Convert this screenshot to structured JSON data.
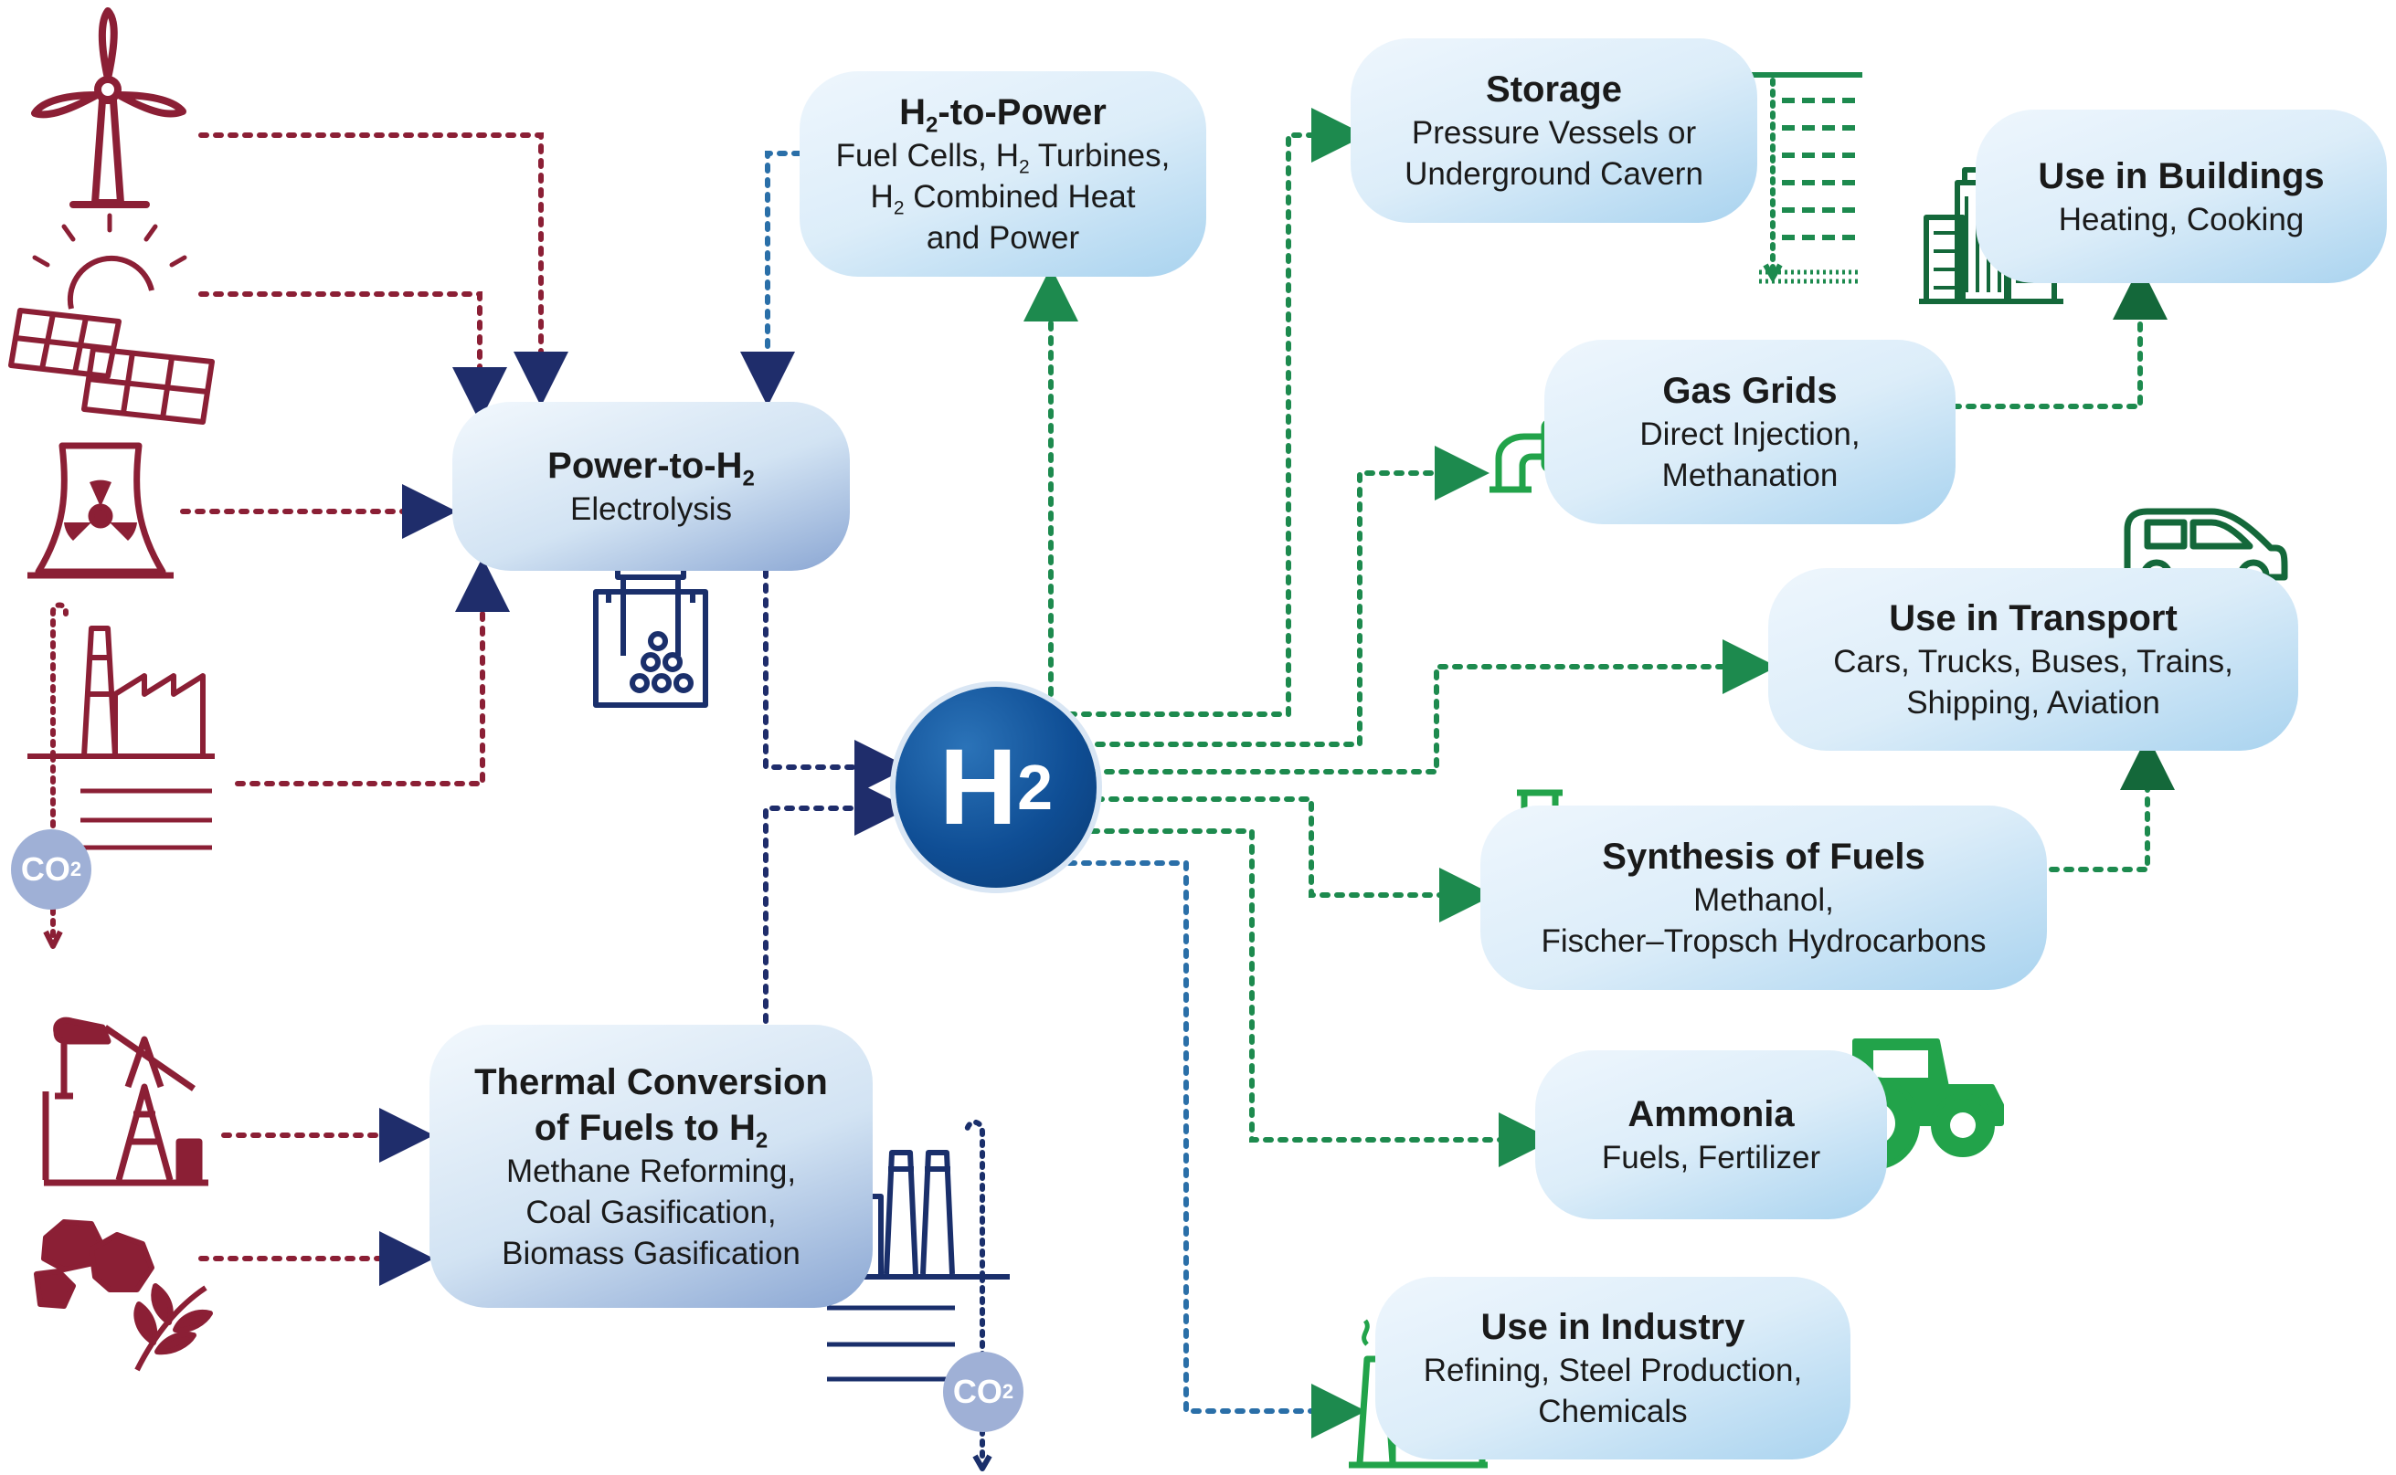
{
  "center": {
    "label_main": "H",
    "label_sub": "2"
  },
  "nodes": {
    "power_to_h2": {
      "title_main": "Power-to-H",
      "title_sub": "2",
      "line1": "Electrolysis"
    },
    "h2_to_power": {
      "title_main": "H",
      "title_sub": "2",
      "title_rest": "-to-Power",
      "line1_a": "Fuel Cells, H",
      "line1_sub": "2",
      "line1_b": " Turbines,",
      "line2_a": "H",
      "line2_sub": "2",
      "line2_b": " Combined Heat",
      "line3": "and Power"
    },
    "thermal": {
      "title1": "Thermal Conversion",
      "title2_main": "of Fuels to H",
      "title2_sub": "2",
      "line1": "Methane Reforming,",
      "line2": "Coal Gasification,",
      "line3": "Biomass Gasification"
    },
    "storage": {
      "title": "Storage",
      "line1": "Pressure Vessels or",
      "line2": "Underground Cavern"
    },
    "buildings": {
      "title": "Use in Buildings",
      "line1": "Heating, Cooking"
    },
    "gas_grids": {
      "title": "Gas Grids",
      "line1": "Direct Injection,",
      "line2": "Methanation"
    },
    "transport": {
      "title": "Use in Transport",
      "line1": "Cars, Trucks, Buses, Trains,",
      "line2": "Shipping, Aviation"
    },
    "synthesis": {
      "title": "Synthesis of Fuels",
      "line1": "Methanol,",
      "line2": "Fischer–Tropsch Hydrocarbons"
    },
    "ammonia": {
      "title": "Ammonia",
      "line1": "Fuels, Fertilizer"
    },
    "industry": {
      "title": "Use in Industry",
      "line1": "Refining, Steel Production,",
      "line2": "Chemicals"
    }
  },
  "co2_badge": {
    "main": "CO",
    "sub": "2"
  },
  "colors": {
    "source": "#8b1f35",
    "input_arrow": "#1f2d6b",
    "output_arrow": "#1d8a4e",
    "blue_arrow": "#2a6fa8",
    "icon_green": "#22a34a",
    "icon_navy": "#1a2f6b"
  },
  "icons": [
    "wind-turbine-icon",
    "solar-panel-icon",
    "nuclear-plant-icon",
    "factory-icon",
    "oil-pump-icon",
    "biomass-icon",
    "electrolyzer-icon",
    "thermal-plant-icon",
    "storage-tank-icon",
    "city-buildings-icon",
    "gas-pipe-valve-icon",
    "car-icon",
    "flask-icon",
    "tractor-icon",
    "industry-chimney-icon"
  ]
}
